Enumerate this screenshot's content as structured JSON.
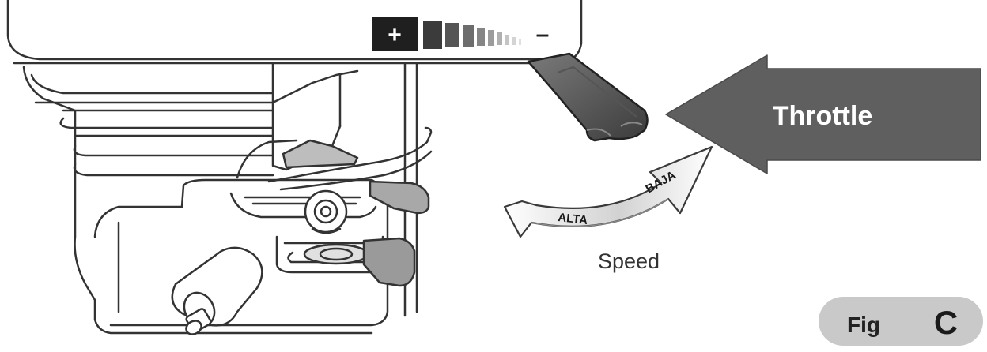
{
  "throttle_label": "Throttle",
  "speed_label": "Speed",
  "arc_labels": {
    "high": "ALTA",
    "low": "BAJA"
  },
  "scale": {
    "plus": "+",
    "minus": "–"
  },
  "figure": {
    "prefix": "Fig",
    "letter": "C"
  },
  "colors": {
    "arrow_fill": "#5f5f5f",
    "lever_fill": "#4a4a4a",
    "outline": "#333333",
    "badge": "#c9c9c9"
  }
}
